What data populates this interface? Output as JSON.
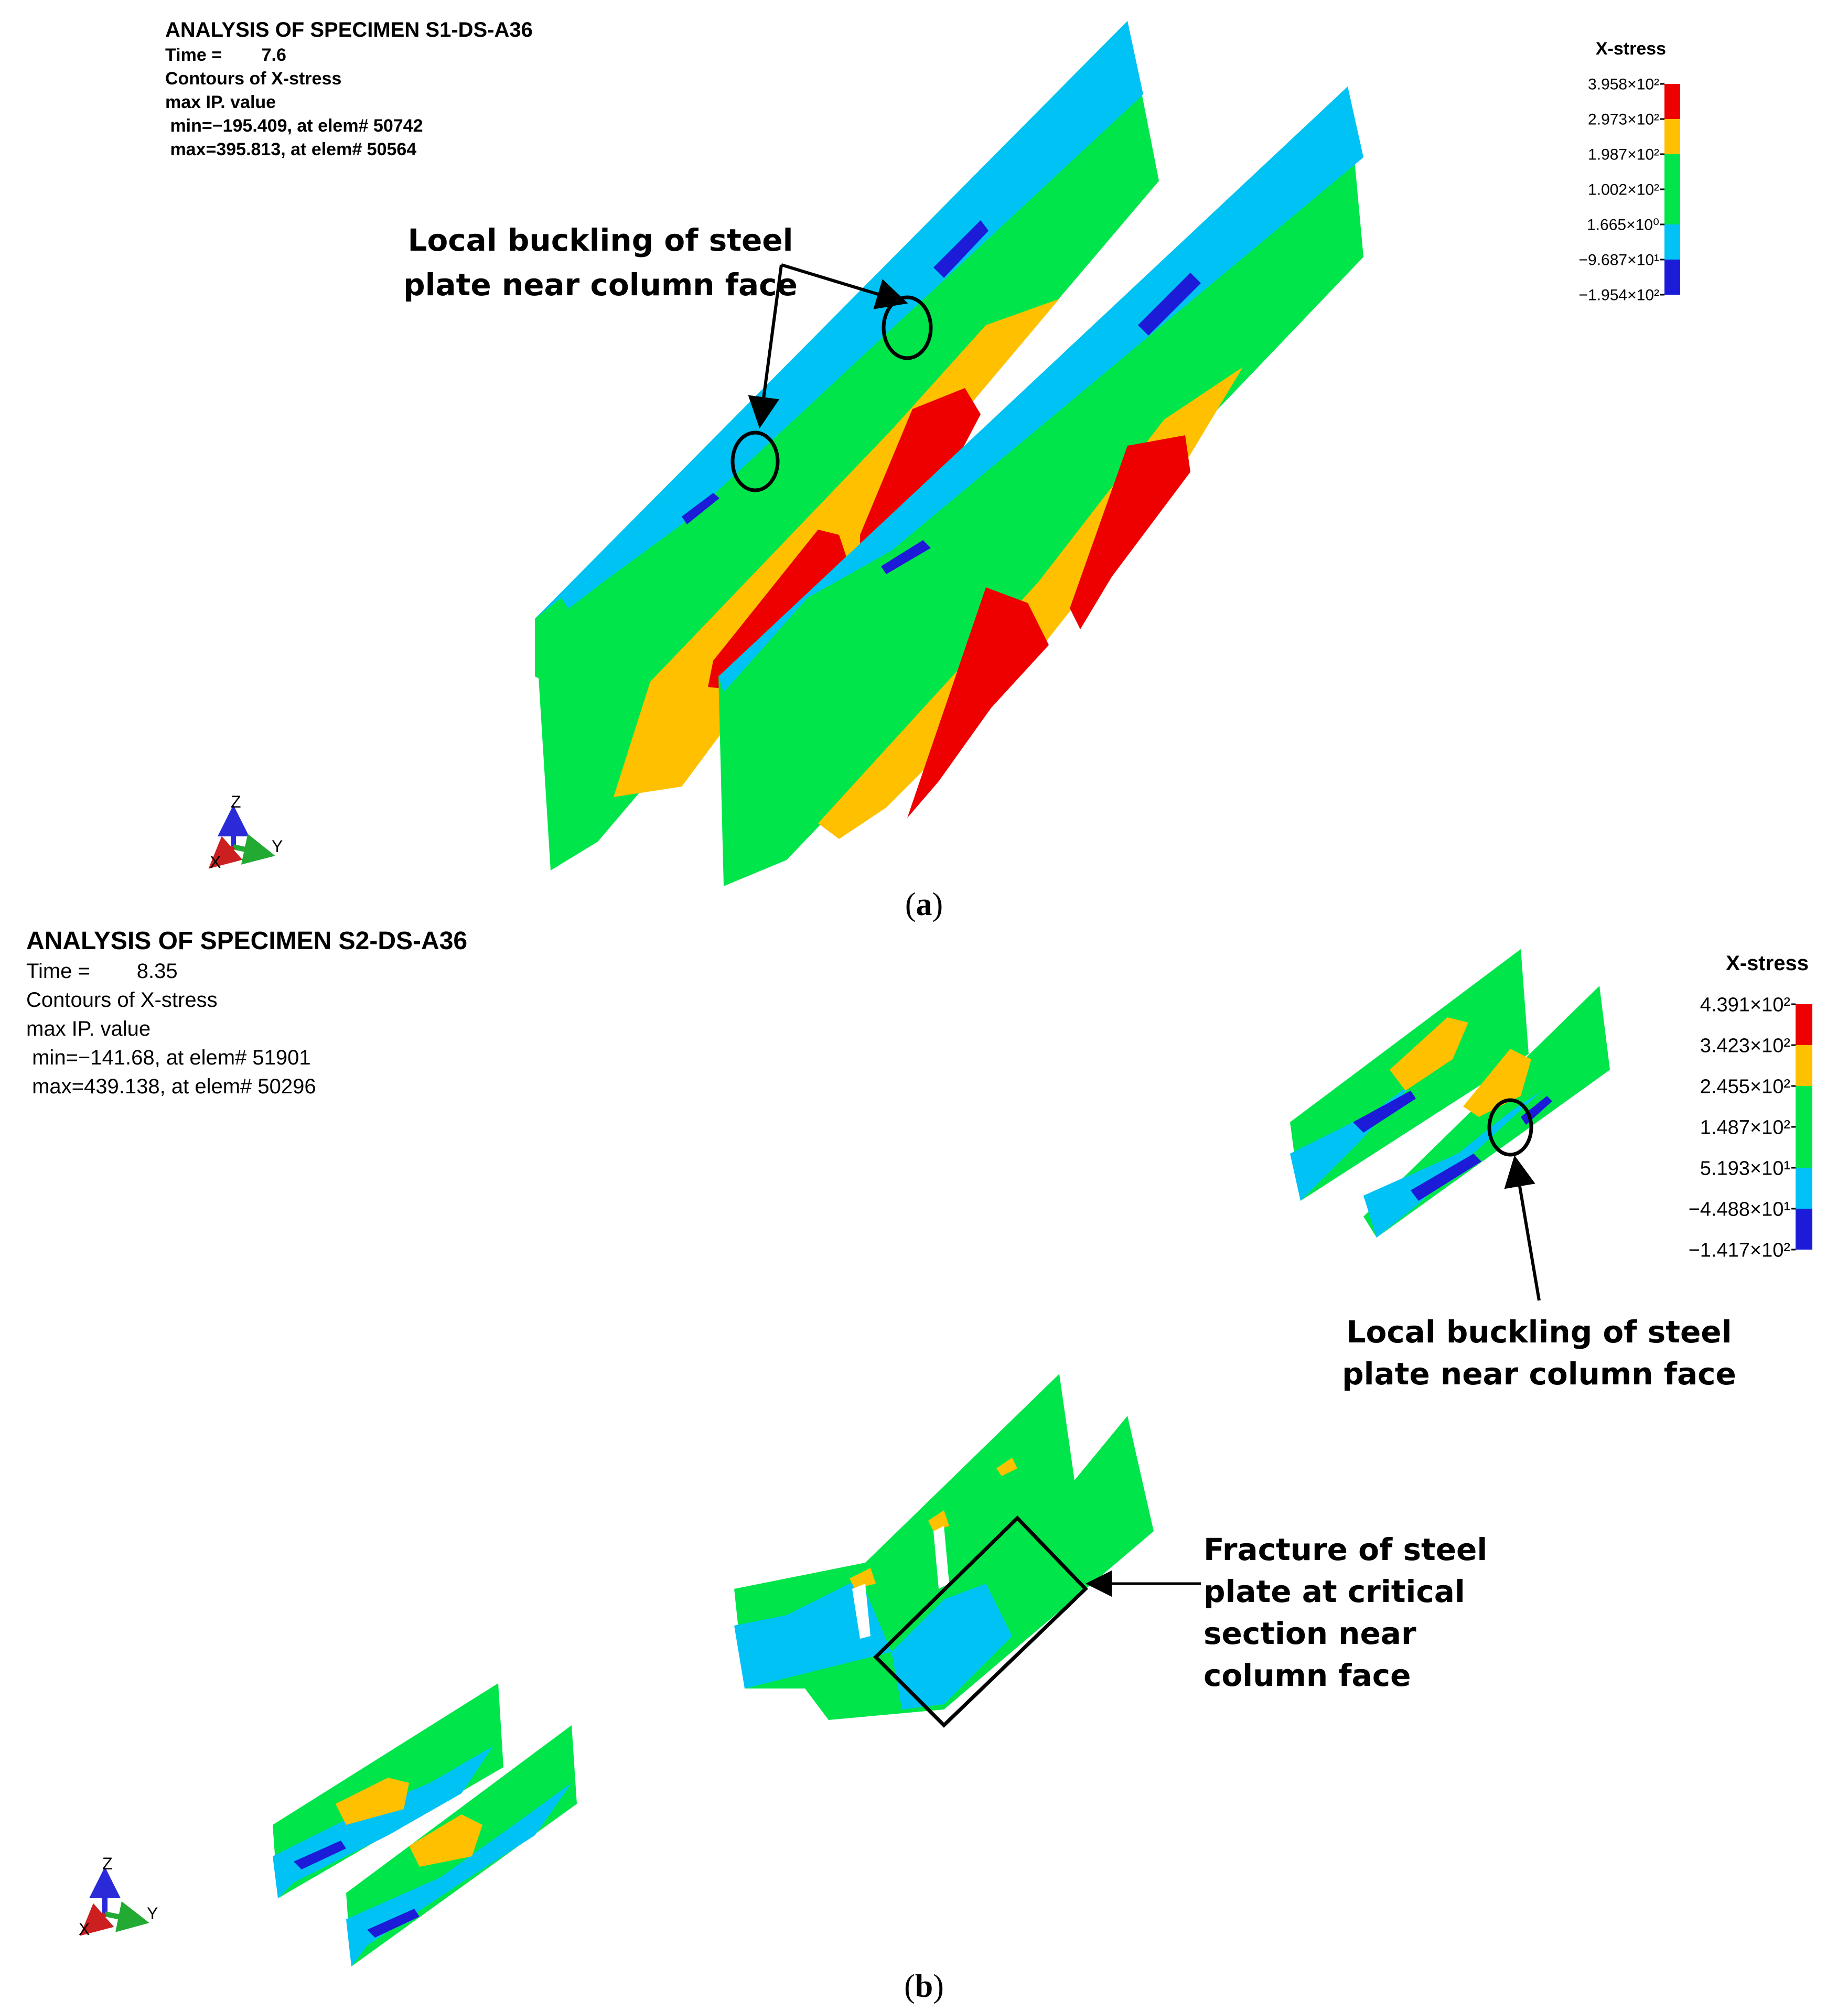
{
  "colors": {
    "red": "#ee0000",
    "orange": "#ffc000",
    "green": "#00e64a",
    "cyan": "#00c2f5",
    "blue": "#1b1bd8"
  },
  "panel_a": {
    "header": {
      "line1": "ANALYSIS OF SPECIMEN S1-DS-A36",
      "line2": "Time =        7.6",
      "line3": "Contours of X-stress",
      "line4": "max IP. value",
      "line5": " min=−195.409, at elem# 50742",
      "line6": " max=395.813, at elem# 50564"
    },
    "legend": {
      "title": "X-stress",
      "levels": [
        "3.958×10²",
        "2.973×10²",
        "1.987×10²",
        "1.002×10²",
        "1.665×10⁰",
        "−9.687×10¹",
        "−1.954×10²"
      ]
    },
    "annotation": {
      "line1": "Local buckling of steel",
      "line2": "plate near column face"
    },
    "axes": {
      "z": "Z",
      "y": "Y",
      "x": "X"
    },
    "caption": {
      "open": "(",
      "letter": "a",
      "close": ")"
    }
  },
  "panel_b": {
    "header": {
      "line1": "ANALYSIS OF SPECIMEN S2-DS-A36",
      "line2": "Time =        8.35",
      "line3": "Contours of X-stress",
      "line4": "max IP. value",
      "line5": " min=−141.68, at elem# 51901",
      "line6": " max=439.138, at elem# 50296"
    },
    "legend": {
      "title": "X-stress",
      "levels": [
        "4.391×10²",
        "3.423×10²",
        "2.455×10²",
        "1.487×10²",
        "5.193×10¹",
        "−4.488×10¹",
        "−1.417×10²"
      ]
    },
    "annotation_buckling": {
      "line1": "Local buckling of steel",
      "line2": "plate near column face"
    },
    "annotation_fracture": {
      "line1": "Fracture of steel",
      "line2": "plate at critical",
      "line3": "section near",
      "line4": "column face"
    },
    "axes": {
      "z": "Z",
      "y": "Y",
      "x": "X"
    },
    "caption": {
      "open": "(",
      "letter": "b",
      "close": ")"
    }
  }
}
